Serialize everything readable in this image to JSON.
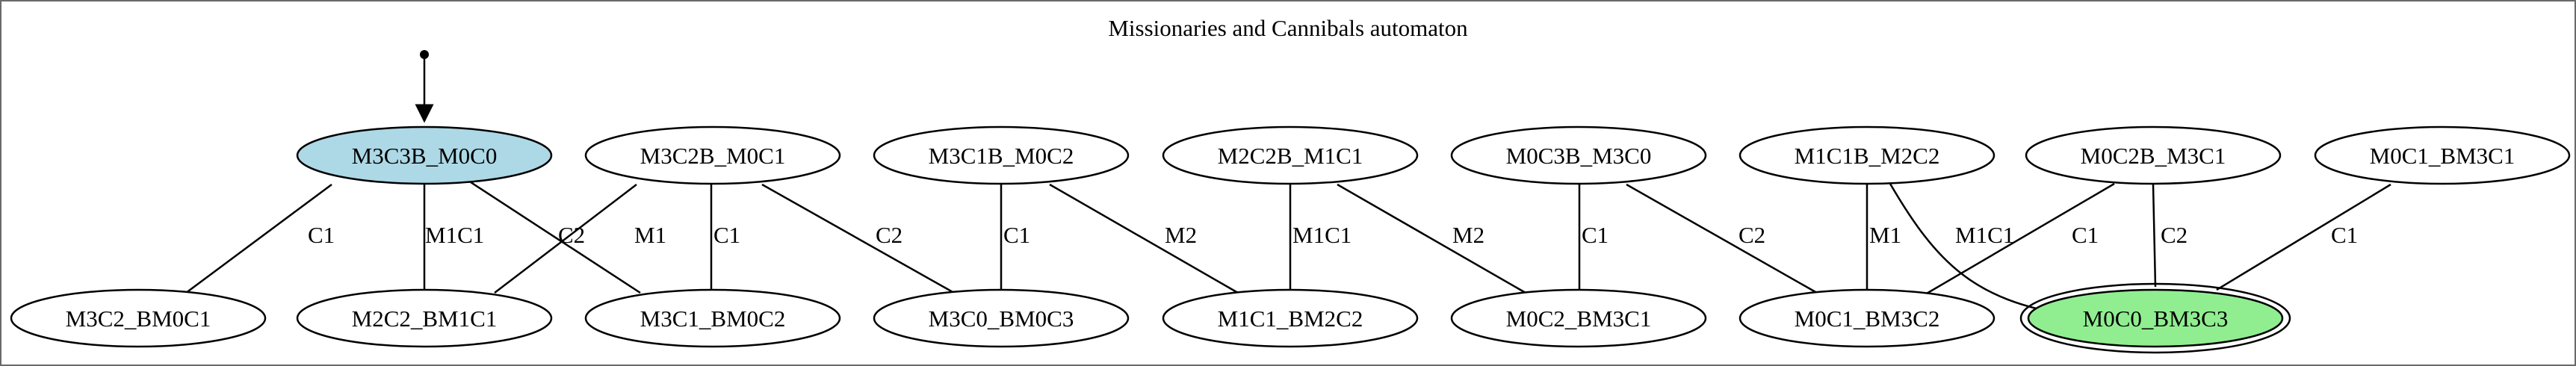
{
  "title": "Missionaries and Cannibals automaton",
  "colors": {
    "initial_fill": "#add8e6",
    "accepting_fill": "#90ee90",
    "default_fill": "#ffffff",
    "stroke": "#000000"
  },
  "states": {
    "m3c3b_m0c0": "M3C3B_M0C0",
    "m3c2b_m0c1": "M3C2B_M0C1",
    "m3c1b_m0c2": "M3C1B_M0C2",
    "m2c2b_m1c1": "M2C2B_M1C1",
    "m0c3b_m3c0": "M0C3B_M3C0",
    "m1c1b_m2c2": "M1C1B_M2C2",
    "m0c2b_m3c1": "M0C2B_M3C1",
    "m0c1_bm3c1": "M0C1_BM3C1",
    "m3c2_bm0c1": "M3C2_BM0C1",
    "m2c2_bm1c1": "M2C2_BM1C1",
    "m3c1_bm0c2": "M3C1_BM0C2",
    "m3c0_bm0c3": "M3C0_BM0C3",
    "m1c1_bm2c2": "M1C1_BM2C2",
    "m0c2_bm3c1": "M0C2_BM3C1",
    "m0c1_bm3c2": "M0C1_BM3C2",
    "m0c0_bm3c3": "M0C0_BM3C3"
  },
  "initial_state": "M3C3B_M0C0",
  "accepting_state": "M0C0_BM3C3",
  "edges": [
    {
      "from": "M3C3B_M0C0",
      "to": "M3C2_BM0C1",
      "label": "C1"
    },
    {
      "from": "M3C3B_M0C0",
      "to": "M2C2_BM1C1",
      "label": "M1C1"
    },
    {
      "from": "M3C3B_M0C0",
      "to": "M3C1_BM0C2",
      "label": "C2"
    },
    {
      "from": "M3C2B_M0C1",
      "to": "M2C2_BM1C1",
      "label": "M1"
    },
    {
      "from": "M3C2B_M0C1",
      "to": "M3C1_BM0C2",
      "label": "C1"
    },
    {
      "from": "M3C2B_M0C1",
      "to": "M3C0_BM0C3",
      "label": "C2"
    },
    {
      "from": "M3C1B_M0C2",
      "to": "M3C0_BM0C3",
      "label": "C1"
    },
    {
      "from": "M3C1B_M0C2",
      "to": "M1C1_BM2C2",
      "label": "M2"
    },
    {
      "from": "M2C2B_M1C1",
      "to": "M1C1_BM2C2",
      "label": "M1C1"
    },
    {
      "from": "M2C2B_M1C1",
      "to": "M0C2_BM3C1",
      "label": "M2"
    },
    {
      "from": "M0C3B_M3C0",
      "to": "M0C2_BM3C1",
      "label": "C1"
    },
    {
      "from": "M0C3B_M3C0",
      "to": "M0C1_BM3C2",
      "label": "C2"
    },
    {
      "from": "M1C1B_M2C2",
      "to": "M0C1_BM3C2",
      "label": "M1"
    },
    {
      "from": "M1C1B_M2C2",
      "to": "M0C0_BM3C3",
      "label": "M1C1"
    },
    {
      "from": "M0C2B_M3C1",
      "to": "M0C1_BM3C2",
      "label": "C1"
    },
    {
      "from": "M0C2B_M3C1",
      "to": "M0C0_BM3C3",
      "label": "C2"
    },
    {
      "from": "M0C1_BM3C1",
      "to": "M0C0_BM3C3",
      "label": "C1"
    }
  ]
}
